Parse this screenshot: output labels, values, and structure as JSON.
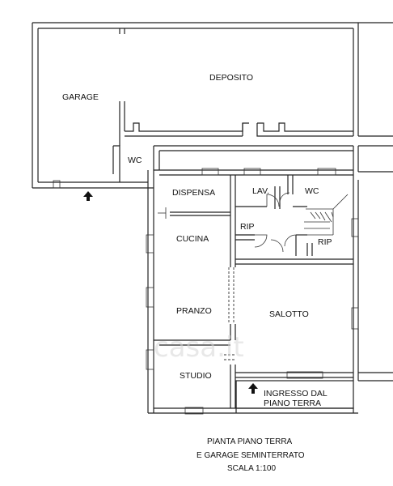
{
  "rooms": {
    "deposito": "DEPOSITO",
    "garage": "GARAGE",
    "wc_garage": "WC",
    "dispensa": "DISPENSA",
    "lav": "LAV.",
    "wc": "WC",
    "rip_left": "RIP",
    "rip_right": "RIP",
    "cucina": "CUCINA",
    "pranzo": "PRANZO",
    "salotto": "SALOTTO",
    "studio": "STUDIO",
    "ingresso_line1": "INGRESSO DAL",
    "ingresso_line2": "PIANO TERRA"
  },
  "caption": {
    "line1": "PIANTA PIANO TERRA",
    "line2": "E GARAGE SEMINTERRATO",
    "line3": "SCALA 1:100"
  },
  "watermark": "casa.it",
  "icons": {
    "entrance_garage": "arrow-up-icon",
    "entrance_ingresso": "arrow-up-icon"
  }
}
